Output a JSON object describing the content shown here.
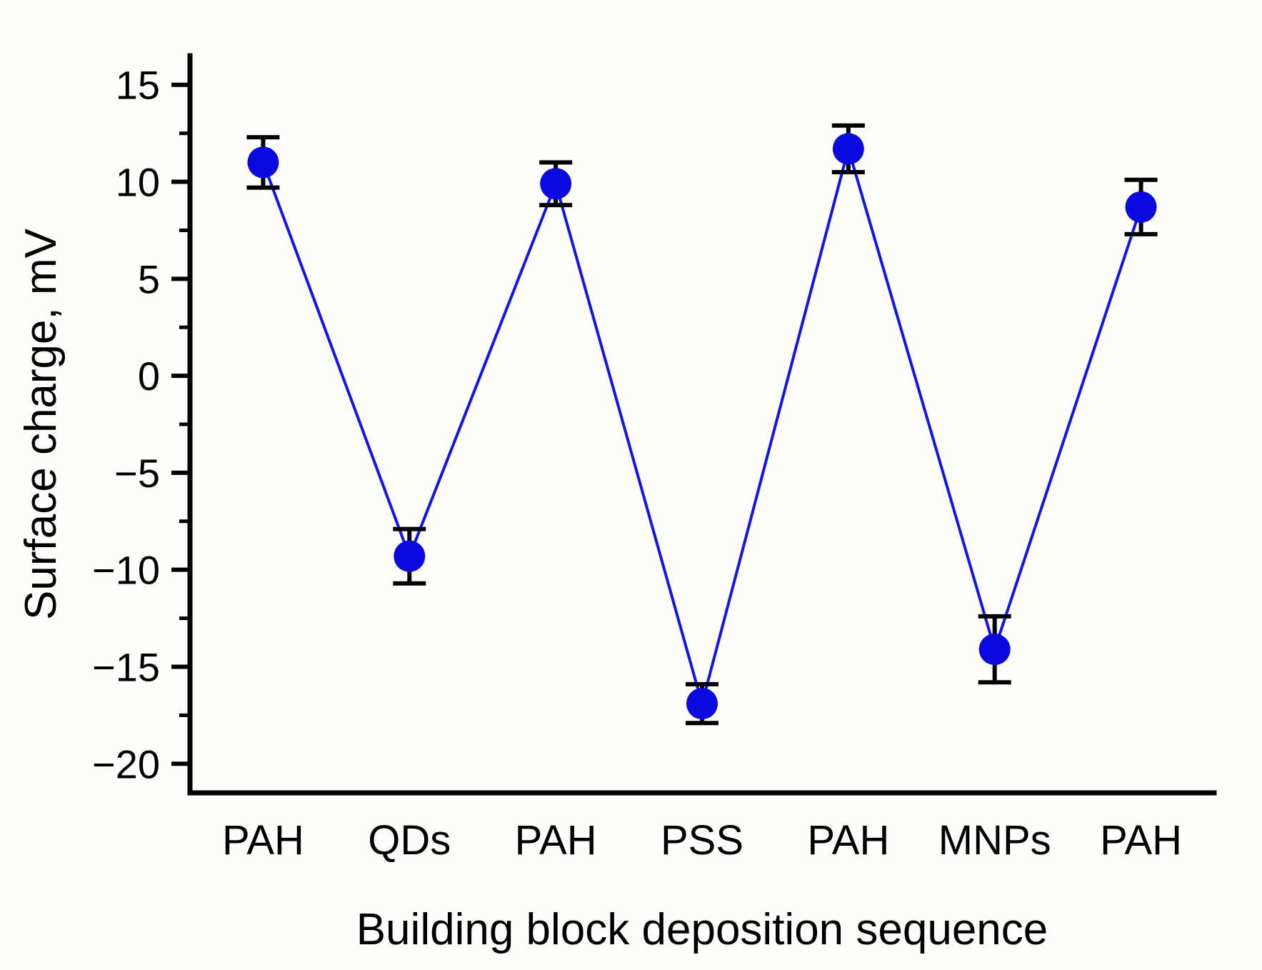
{
  "chart_data": {
    "type": "line",
    "title": "",
    "xlabel": "Building block deposition sequence",
    "ylabel": "Surface charge, mV",
    "categories": [
      "PAH",
      "QDs",
      "PAH",
      "PSS",
      "PAH",
      "MNPs",
      "PAH"
    ],
    "values": [
      11.0,
      -9.3,
      9.9,
      -16.9,
      11.7,
      -14.1,
      8.7
    ],
    "errors": [
      1.3,
      1.4,
      1.1,
      1.0,
      1.2,
      1.7,
      1.4
    ],
    "ylim": [
      -21.5,
      16.5
    ],
    "yticks": [
      15,
      10,
      5,
      0,
      -5,
      -10,
      -15,
      -20
    ],
    "ytick_labels": [
      "15",
      "10",
      "5",
      "0",
      "−5",
      "−10",
      "−15",
      "−20"
    ],
    "minor_ticks_between": 1,
    "grid": false,
    "legend": null,
    "marker": {
      "shape": "circle",
      "color": "#0a0ae0",
      "size": 44
    },
    "line_color": "#1414e6",
    "errorbar_color": "#000000",
    "background_color": "#fdfdfb",
    "axis_color": "#000000"
  },
  "axes": {
    "y_title": "Surface charge, mV",
    "x_title": "Building block deposition sequence"
  }
}
